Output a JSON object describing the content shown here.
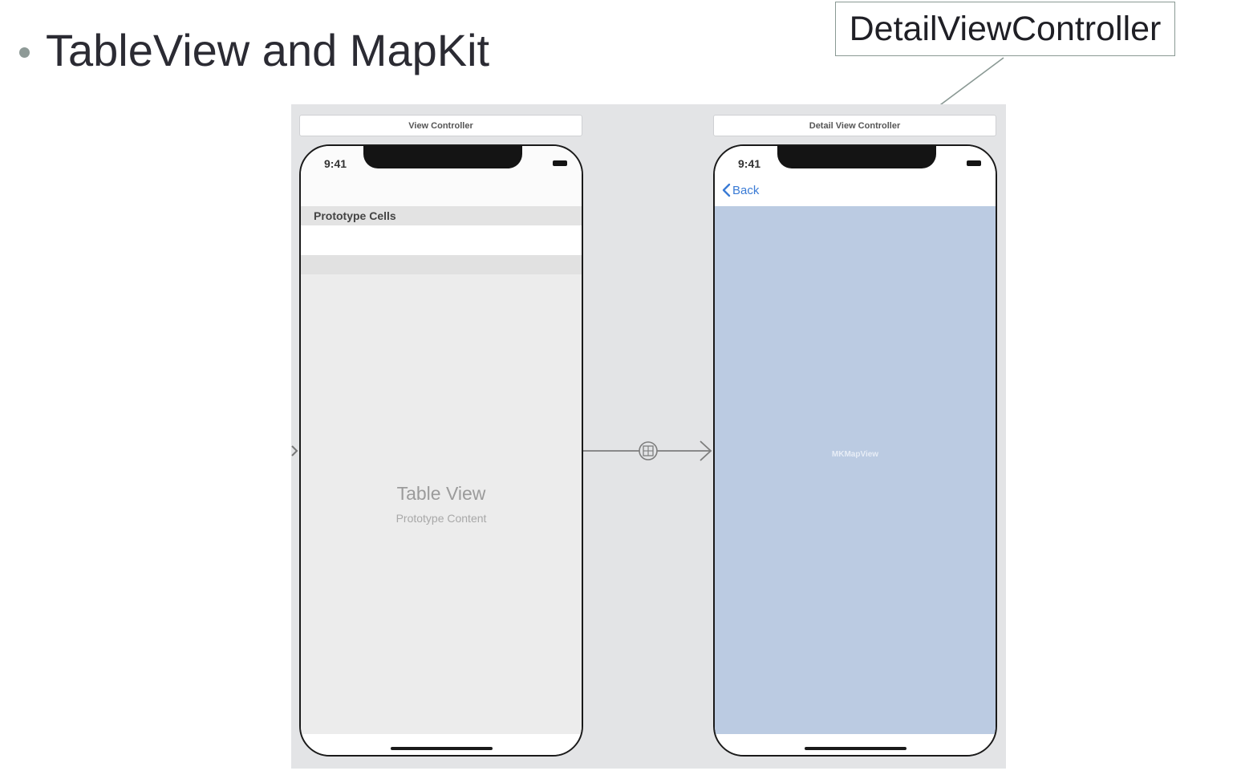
{
  "slide": {
    "title": "TableView and MapKit",
    "callout": "DetailViewController"
  },
  "storyboard": {
    "view_controller": {
      "scene_title": "View Controller",
      "status_time": "9:41",
      "section_header": "Prototype Cells",
      "placeholder_title": "Table View",
      "placeholder_subtitle": "Prototype Content"
    },
    "detail_view_controller": {
      "scene_title": "Detail View Controller",
      "status_time": "9:41",
      "back_label": "Back",
      "map_label": "MKMapView"
    }
  },
  "colors": {
    "canvas": "#e3e4e6",
    "map": "#bbcbe2",
    "tint": "#3a7bd5"
  },
  "icons": [
    "back-chevron-icon",
    "battery-icon",
    "segue-icon",
    "entry-point-arrow-icon"
  ]
}
